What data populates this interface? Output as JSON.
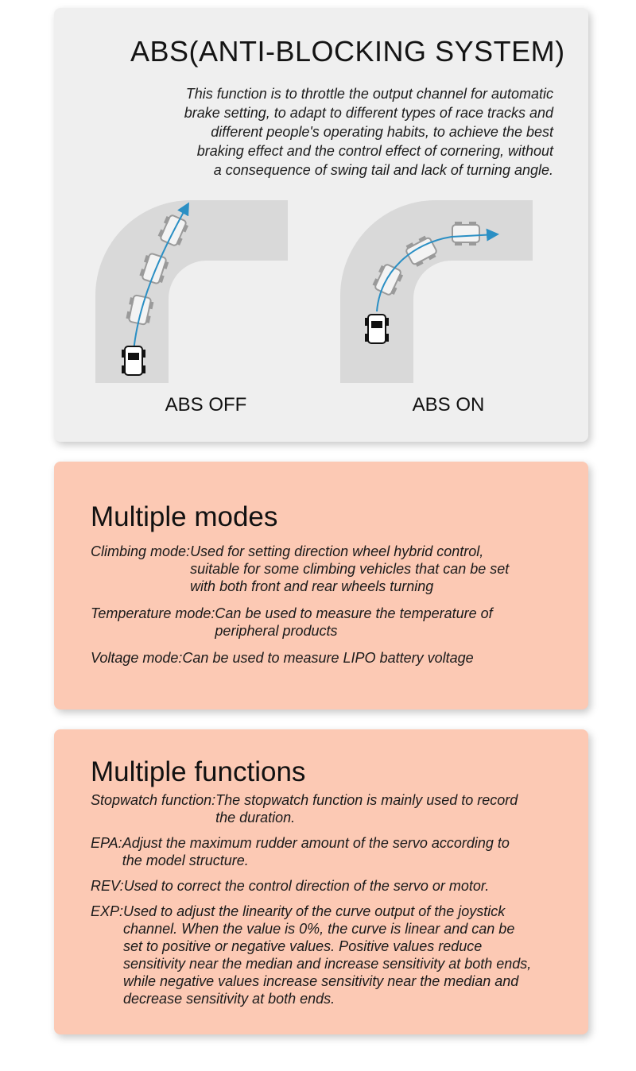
{
  "abs": {
    "title": "ABS(ANTI-BLOCKING SYSTEM)",
    "description_lines": [
      "This function is to throttle the output channel for automatic",
      "brake setting, to adapt to different types of race tracks and",
      "different people's operating habits, to achieve the best",
      "braking effect and the control effect of cornering, without",
      "a consequence of swing tail and lack of turning angle."
    ],
    "label_off": "ABS OFF",
    "label_on": "ABS ON"
  },
  "modes": {
    "title": "Multiple modes",
    "items": [
      {
        "label": "Climbing mode:",
        "text": "Used for setting direction wheel hybrid control,\nsuitable for some climbing vehicles that can be set\nwith both front and rear wheels turning"
      },
      {
        "label": "Temperature mode:",
        "text": "Can be used to measure the temperature of\nperipheral products"
      },
      {
        "label": "Voltage mode:",
        "text": "Can be used to measure LIPO battery voltage"
      }
    ]
  },
  "functions": {
    "title": "Multiple functions",
    "items": [
      {
        "label": "Stopwatch function:",
        "text": "The stopwatch function is mainly used to record\nthe duration."
      },
      {
        "label": "EPA:",
        "text": "Adjust the maximum rudder amount of the servo according to\nthe model structure."
      },
      {
        "label": "REV:",
        "text": "Used to correct the control direction of the servo or motor."
      },
      {
        "label": "EXP:",
        "text": "Used to adjust the linearity of the curve output of the joystick\nchannel. When the value is 0%, the curve is linear and can be\nset to positive or negative values. Positive values reduce\nsensitivity near the median and increase sensitivity at both ends,\nwhile negative values increase sensitivity near the median and\ndecrease sensitivity at both ends."
      }
    ]
  },
  "colors": {
    "abs_card_bg": "#efefef",
    "info_card_bg": "#fcc9b4",
    "track": "#d9d9d9",
    "path_arrow": "#2a8fc4"
  }
}
